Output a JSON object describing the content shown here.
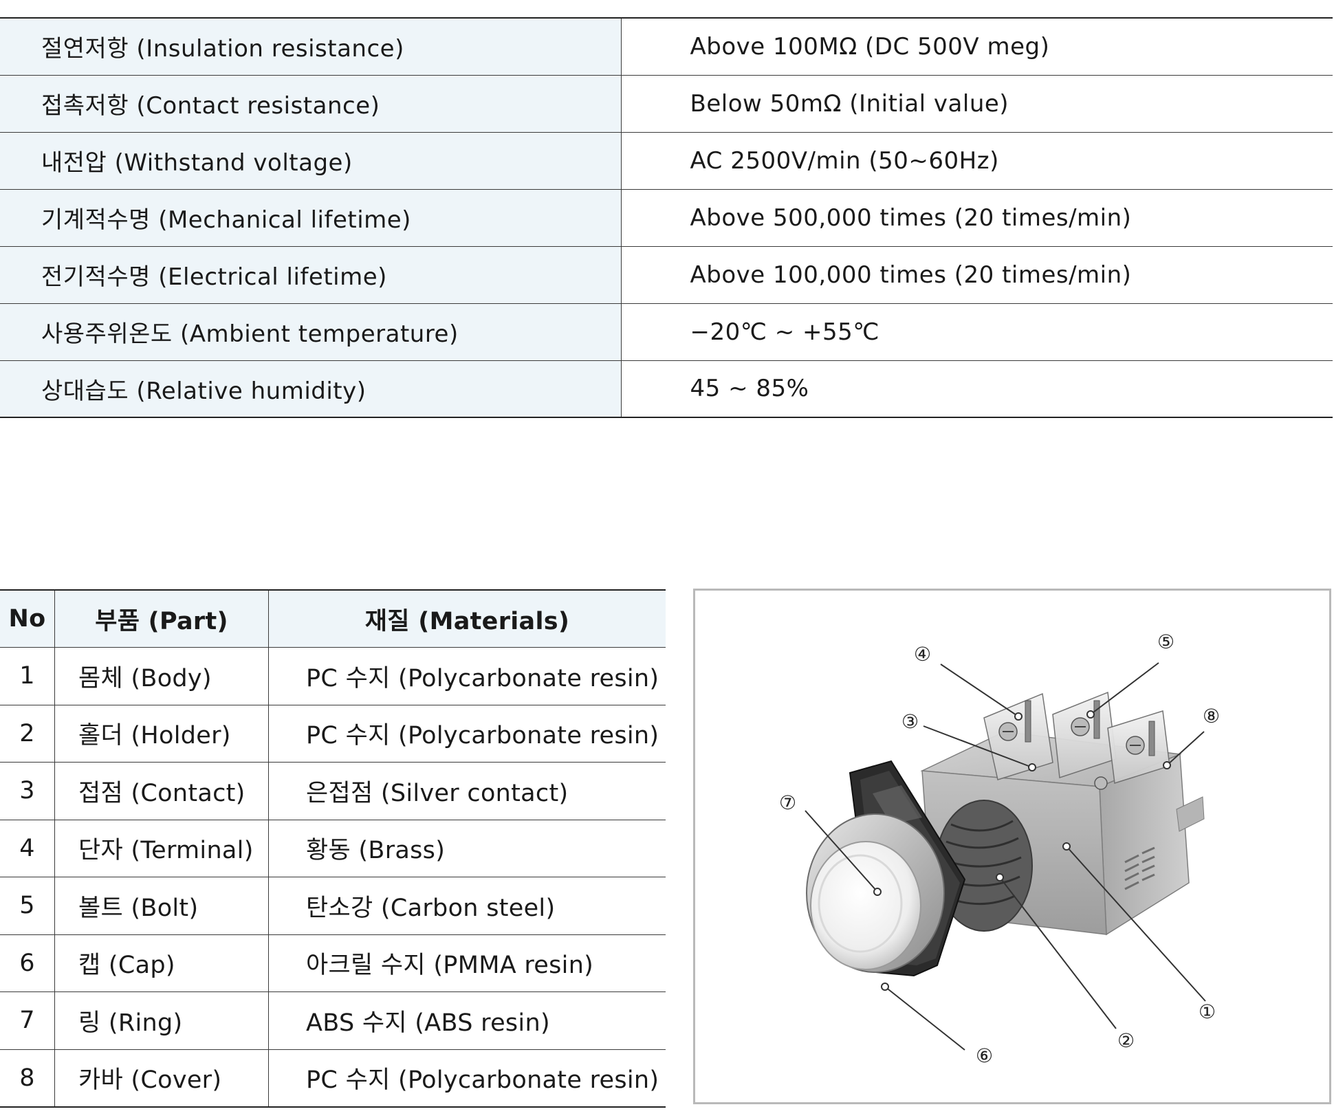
{
  "specs": [
    {
      "label": "절연저항 (Insulation resistance)",
      "value": "Above 100MΩ (DC 500V meg)"
    },
    {
      "label": "접촉저항 (Contact resistance)",
      "value": "Below 50mΩ (Initial value)"
    },
    {
      "label": "내전압 (Withstand voltage)",
      "value": "AC 2500V/min (50~60Hz)"
    },
    {
      "label": "기계적수명 (Mechanical lifetime)",
      "value": "Above 500,000 times (20 times/min)"
    },
    {
      "label": "전기적수명 (Electrical lifetime)",
      "value": "Above 100,000 times (20 times/min)"
    },
    {
      "label": "사용주위온도 (Ambient temperature)",
      "value": "−20℃ ~ +55℃"
    },
    {
      "label": "상대습도 (Relative humidity)",
      "value": "45 ~ 85%"
    }
  ],
  "parts_table": {
    "headers": {
      "no": "No",
      "part": "부품 (Part)",
      "materials": "재질 (Materials)"
    },
    "rows": [
      {
        "no": "1",
        "part": "몸체 (Body)",
        "material": "PC 수지 (Polycarbonate resin)"
      },
      {
        "no": "2",
        "part": "홀더 (Holder)",
        "material": "PC 수지 (Polycarbonate resin)"
      },
      {
        "no": "3",
        "part": "접점 (Contact)",
        "material": "은접점 (Silver contact)"
      },
      {
        "no": "4",
        "part": "단자 (Terminal)",
        "material": "황동 (Brass)"
      },
      {
        "no": "5",
        "part": "볼트 (Bolt)",
        "material": "탄소강 (Carbon steel)"
      },
      {
        "no": "6",
        "part": "캡 (Cap)",
        "material": "아크릴 수지 (PMMA resin)"
      },
      {
        "no": "7",
        "part": "링 (Ring)",
        "material": "ABS 수지 (ABS resin)"
      },
      {
        "no": "8",
        "part": "카바 (Cover)",
        "material": "PC 수지 (Polycarbonate resin)"
      }
    ]
  },
  "figure": {
    "callouts": {
      "c1": "①",
      "c2": "②",
      "c3": "③",
      "c4": "④",
      "c5": "⑤",
      "c6": "⑥",
      "c7": "⑦",
      "c8": "⑧"
    }
  }
}
